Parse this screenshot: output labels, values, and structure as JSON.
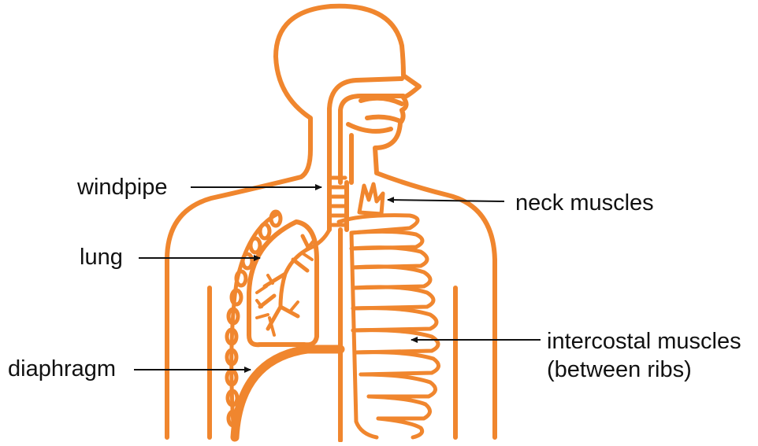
{
  "colors": {
    "body_outline": "#F0862E",
    "label_text": "#111111",
    "pointer": "#111111",
    "background": "#FFFFFF"
  },
  "labels": {
    "windpipe": "windpipe",
    "neck_muscles": "neck muscles",
    "lung": "lung",
    "diaphragm": "diaphragm",
    "intercostal_line1": "intercostal muscles",
    "intercostal_line2": "(between ribs)"
  }
}
